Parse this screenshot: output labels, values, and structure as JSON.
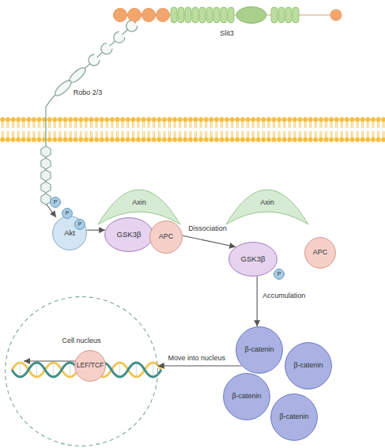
{
  "diagram": {
    "nodes": [
      {
        "text": [
          "Akt"
        ]
      },
      {
        "text": [
          "P"
        ]
      },
      {
        "text": [
          "P"
        ]
      },
      {
        "text": [
          "P"
        ]
      },
      {
        "text": [
          "Axin"
        ]
      },
      {
        "text": [
          "GSK3β"
        ]
      },
      {
        "text": [
          "APC"
        ]
      },
      {
        "text": [
          "Axin"
        ]
      },
      {
        "text": [
          "GSK3β"
        ]
      },
      {
        "text": [
          "P"
        ]
      },
      {
        "text": [
          "APC"
        ]
      },
      {
        "text": [
          "β-catenin"
        ]
      },
      {
        "text": [
          "β-catenin"
        ]
      },
      {
        "text": [
          "β-catenin"
        ]
      },
      {
        "text": [
          "β-catenin"
        ]
      },
      {
        "text": [
          "Cell nucleus"
        ]
      },
      {
        "text": [
          "LEF/TCF"
        ],
        "in": 15
      }
    ],
    "edges": [
      {
        "from": 0,
        "to": 5,
        "arrow": "to"
      },
      {
        "from": 6,
        "to": 8,
        "label": "Dissociation",
        "arrow": "to"
      },
      {
        "from": 8,
        "to": 11,
        "label": "Accumulation",
        "arrow": "to"
      },
      {
        "from": 11,
        "to": 15,
        "label": "Move into nucleus",
        "arrow": "to"
      }
    ],
    "labels": [
      "Slit3",
      "Robo 2/3"
    ]
  }
}
